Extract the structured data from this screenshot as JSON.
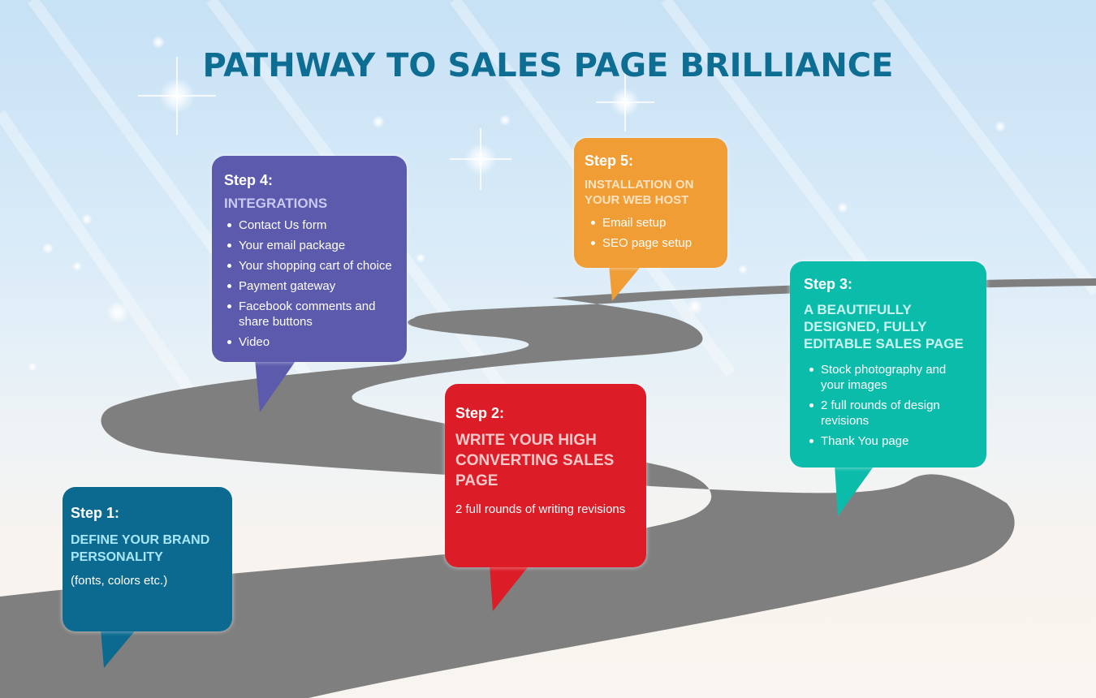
{
  "title": "PATHWAY TO SALES PAGE BRILLIANCE",
  "colors": {
    "title": "#0e6d92",
    "road": "#7f7f7f",
    "step1": "#0c6a91",
    "step2": "#dc1c27",
    "step3": "#0bbcab",
    "step4": "#5b5aac",
    "step5": "#f09d35"
  },
  "steps": {
    "step1": {
      "label": "Step 1:",
      "heading_line1": "DEFINE YOUR BRAND",
      "heading_line2": "PERSONALITY",
      "note": "(fonts, colors etc.)"
    },
    "step2": {
      "label": "Step 2:",
      "heading_line1": "WRITE YOUR HIGH",
      "heading_line2": "CONVERTING SALES",
      "heading_line3": "PAGE",
      "note": "2 full rounds of writing revisions"
    },
    "step3": {
      "label": "Step 3:",
      "heading_line1": "A BEAUTIFULLY",
      "heading_line2": "DESIGNED, FULLY",
      "heading_line3": "EDITABLE SALES PAGE",
      "items": [
        [
          "Stock photography and",
          "your images"
        ],
        [
          "2 full rounds of design",
          "revisions"
        ],
        [
          "Thank You page"
        ]
      ]
    },
    "step4": {
      "label": "Step 4:",
      "heading": "INTEGRATIONS",
      "items": [
        [
          "Contact Us form"
        ],
        [
          "Your email package"
        ],
        [
          "Your shopping cart of choice"
        ],
        [
          "Payment gateway"
        ],
        [
          "Facebook comments and",
          "share buttons"
        ],
        [
          "Video"
        ]
      ]
    },
    "step5": {
      "label": "Step 5:",
      "heading_line1": "INSTALLATION ON",
      "heading_line2": "YOUR WEB HOST",
      "items": [
        [
          "Email setup"
        ],
        [
          "SEO page setup"
        ]
      ]
    }
  }
}
